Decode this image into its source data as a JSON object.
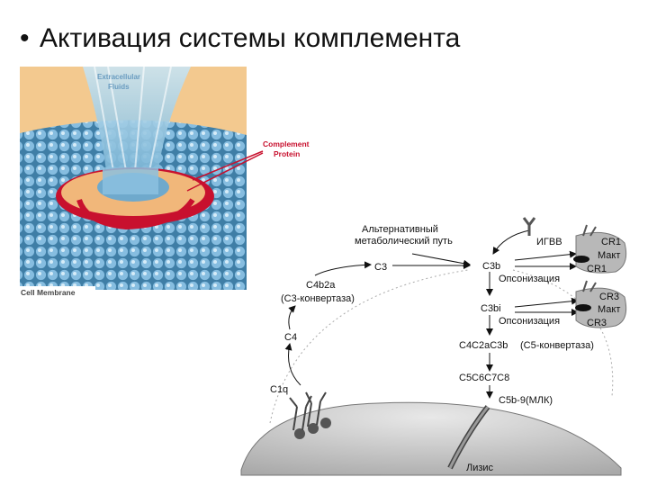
{
  "slide": {
    "bullet": "•",
    "title": "Активация системы комплемента"
  },
  "membrane_figure": {
    "extracellular_label": [
      "Extracellular",
      "Fluids"
    ],
    "complement_label": [
      "Complement",
      "Protein"
    ],
    "membrane_label": "Cell Membrane"
  },
  "pathway": {
    "alt_path": [
      "Альтернативный",
      "метаболический путь"
    ],
    "c3": "C3",
    "c4b2a": "C4b2a",
    "c3_convertase": "(C3-конвертаза)",
    "c4": "C4",
    "c1q": "C1q",
    "c3b": "C3b",
    "igvv": "ИГВВ",
    "opsonization_1": "Опсонизация",
    "c3bi": "C3bi",
    "opsonization_2": "Опсонизация",
    "c4c2ac3b": "C4C2aC3b",
    "c5_convertase": "(C5-конвертаза)",
    "c5c6c7c8": "C5C6C7C8",
    "mac": "C5b-9(МЛК)",
    "lysis": "Лизис",
    "cr1_top": "CR1",
    "mact_1": "Макт",
    "cr1_bottom": "CR1",
    "cr3_top": "CR3",
    "mact_2": "Макт",
    "cr3_bottom": "CR3"
  },
  "colors": {
    "membrane_blue": "#5f9ec4",
    "complement_red": "#c8102e",
    "pore_orange": "#f1b77a",
    "cell_gray": "#c8c8c8"
  }
}
